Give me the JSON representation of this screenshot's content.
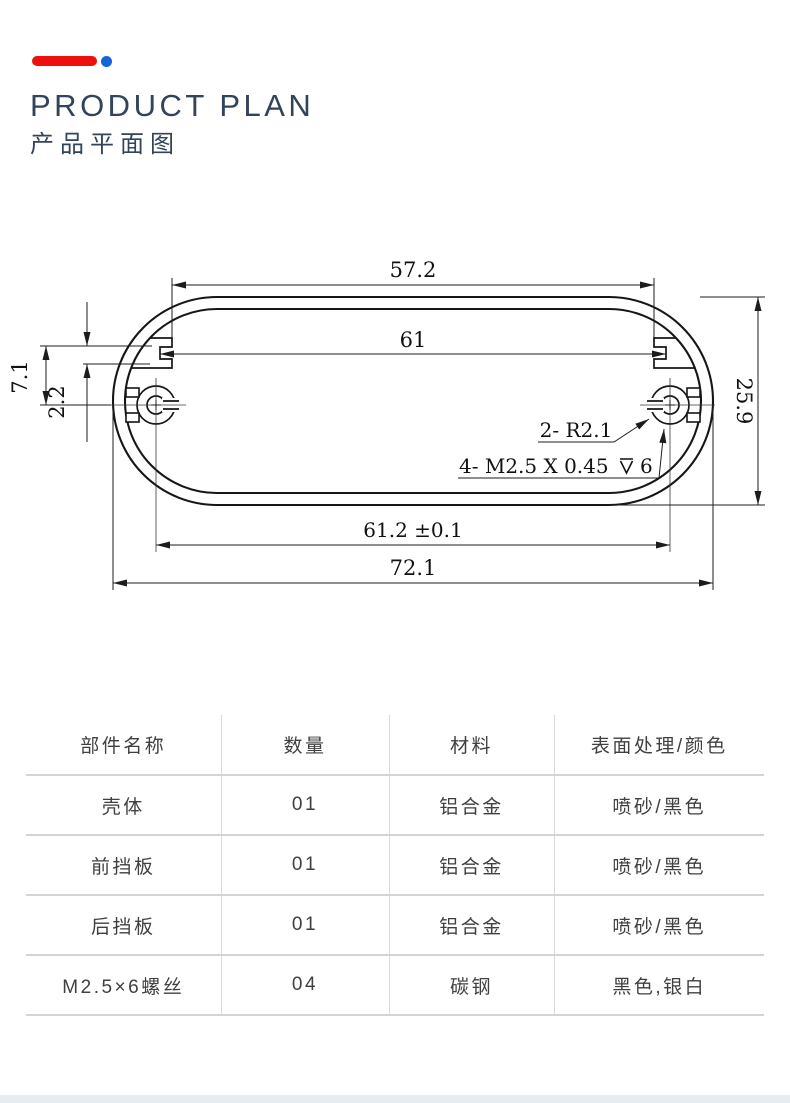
{
  "header": {
    "title_en": "PRODUCT PLAN",
    "title_zh": "产品平面图"
  },
  "colors": {
    "accent_red": "#ee0f0f",
    "accent_blue": "#1565d8",
    "title": "#33435a",
    "footer_strip": "#e7ecf1"
  },
  "drawing": {
    "dims": {
      "top_width": "57.2",
      "slot_width": "61",
      "rib_offset": "7.1",
      "rib_thickness": "2.2",
      "height": "25.9",
      "hole_spacing": "61.2 ±0.1",
      "total_width": "72.1"
    },
    "notes": {
      "corner_radius": "2- R2.1",
      "thread_spec": "4- M2.5 X 0.45",
      "thread_depth": "6",
      "depth_symbol_icon": "depth-symbol-icon"
    }
  },
  "table": {
    "headers": [
      "部件名称",
      "数量",
      "材料",
      "表面处理/颜色"
    ],
    "rows": [
      [
        "壳体",
        "01",
        "铝合金",
        "喷砂/黑色"
      ],
      [
        "前挡板",
        "01",
        "铝合金",
        "喷砂/黑色"
      ],
      [
        "后挡板",
        "01",
        "铝合金",
        "喷砂/黑色"
      ],
      [
        "M2.5×6螺丝",
        "04",
        "碳钢",
        "黑色,银白"
      ]
    ]
  }
}
